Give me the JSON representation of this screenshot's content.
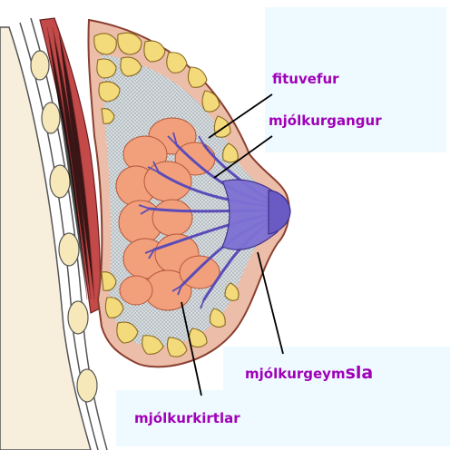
{
  "labels": {
    "fat": "fituvefur",
    "duct": "mjólkurgangur",
    "sinus_main": "mjólkurgeym",
    "sinus_tail": "sla",
    "glands": "mjólkurkirtlar"
  },
  "colors": {
    "label_text": "#a000b8",
    "label_bg": "#eefaff",
    "muscle": "#c44a4a",
    "fat": "#f3da7a",
    "gland": "#f2a07c",
    "duct": "#6a5bc4",
    "skin": "#e89a86",
    "connective": "#c9d3d8"
  }
}
